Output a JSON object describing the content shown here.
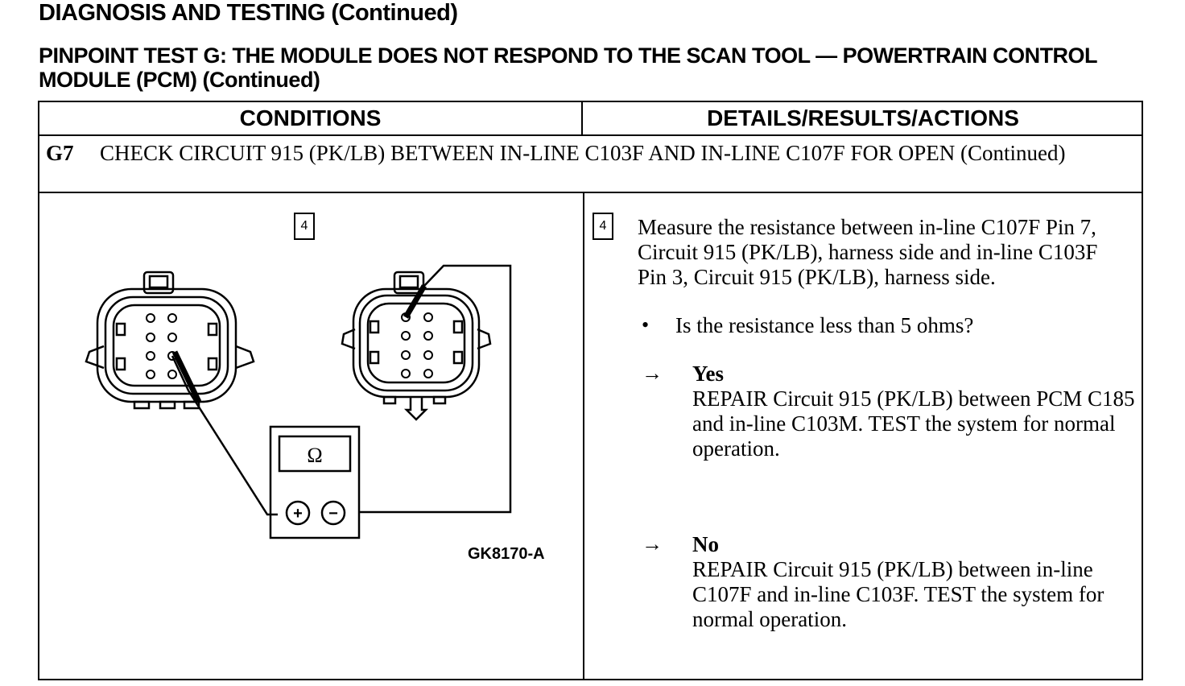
{
  "header": {
    "title": "DIAGNOSIS AND TESTING (Continued)",
    "test_title": "PINPOINT TEST G:  THE MODULE DOES NOT RESPOND TO THE SCAN TOOL — POWERTRAIN CONTROL MODULE (PCM) (Continued)"
  },
  "table": {
    "col_conditions": "CONDITIONS",
    "col_details": "DETAILS/RESULTS/ACTIONS",
    "step_id": "G7",
    "step_title": "CHECK CIRCUIT 915 (PK/LB) BETWEEN IN-LINE C103F AND IN-LINE C107F FOR OPEN (Continued)"
  },
  "figure": {
    "step_number": "4",
    "meter_symbol": "Ω",
    "plus_symbol": "+",
    "minus_symbol": "−",
    "code": "GK8170-A"
  },
  "details": {
    "step_number": "4",
    "instruction": "Measure the resistance between in-line C107F Pin 7, Circuit 915 (PK/LB), harness side and in-line C103F Pin 3, Circuit 915 (PK/LB), harness side.",
    "bullet": "•",
    "question": "Is the resistance less than 5 ohms?",
    "arrow": "→",
    "yes_label": "Yes",
    "yes_action": "REPAIR Circuit 915 (PK/LB) between PCM C185 and in-line C103M. TEST the system for normal operation.",
    "no_label": "No",
    "no_action": "REPAIR Circuit 915 (PK/LB) between in-line C107F and in-line C103F. TEST the system for normal  operation."
  }
}
